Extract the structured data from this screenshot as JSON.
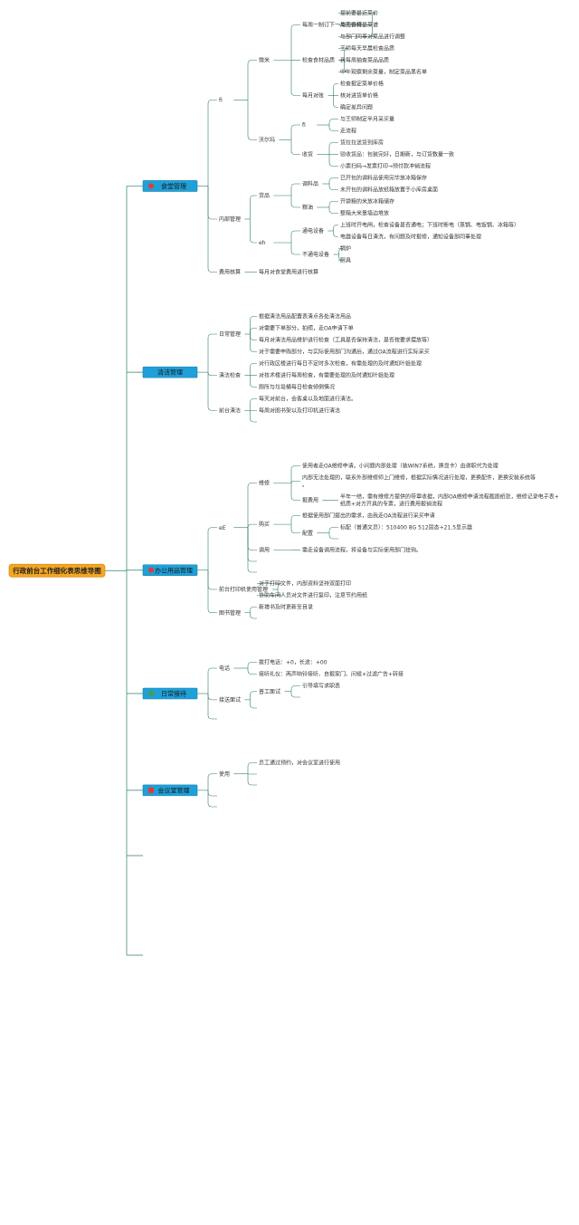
{
  "colors": {
    "line": "#2e7d6a",
    "root_fill": "#f5a623",
    "root_stroke": "#d88a0a",
    "l1_fill": "#1fa0d8",
    "l1_stroke": "#0f7fb0",
    "icon_red": "#e53935",
    "icon_green": "#43a047"
  },
  "mindmap": {
    "root": "行政前台工作细化表思维导图",
    "branches": [
      {
        "label": "食堂管理",
        "icon": "red-dot-icon",
        "children": [
          {
            "label": "fi",
            "children": [
              {
                "label": "微米",
                "children": [
                  {
                    "label": "每周一制订下一周的食材",
                    "children": [
                      {
                        "label": "提前要最近菜价"
                      },
                      {
                        "label": "与王师傅最菜谱"
                      },
                      {
                        "label": "与部门同事对菜品进行调整"
                      }
                    ]
                  },
                  {
                    "label": "检查食材品质",
                    "children": [
                      {
                        "label": "王师每天早晨检查品质"
                      },
                      {
                        "label": "我每周抽查菜品品质"
                      },
                      {
                        "label": "中午观察剩余菜量，制定菜品黑名单"
                      }
                    ]
                  },
                  {
                    "label": "每月对账",
                    "children": [
                      {
                        "label": "检查报定菜单价格"
                      },
                      {
                        "label": "核对进货单价格"
                      },
                      {
                        "label": "确定差异问题"
                      }
                    ]
                  }
                ]
              },
              {
                "label": "沃尔玛",
                "children": [
                  {
                    "label": "fi",
                    "children": [
                      {
                        "label": "与王师制定半月采买量"
                      },
                      {
                        "label": "走流程"
                      }
                    ]
                  },
                  {
                    "label": "收货",
                    "children": [
                      {
                        "label": "货拉拉送货到库房"
                      },
                      {
                        "label": "验收货品：包装完好，日期新，与订货数量一致"
                      },
                      {
                        "label": "小票扫码→发票打印→预付款冲销流程"
                      }
                    ]
                  }
                ]
              }
            ]
          },
          {
            "label": "内部管理",
            "children": [
              {
                "label": "货品",
                "children": [
                  {
                    "label": "调料品",
                    "children": [
                      {
                        "label": "已开包的调料品使用完毕放冰箱保存"
                      },
                      {
                        "label": "未开包的调料品放纸箱放置于小库房桌面"
                      }
                    ]
                  },
                  {
                    "label": "粮油",
                    "children": [
                      {
                        "label": "开袋粮的米放冰箱储存"
                      },
                      {
                        "label": "整箱大米靠墙边堆放"
                      }
                    ]
                  }
                ]
              },
              {
                "label": "eh",
                "children": [
                  {
                    "label": "通电设备",
                    "children": [
                      {
                        "label": "上班时开电闸，检查设备是否通电；下班时断电（蒸锅、电饭锅、冰箱等）"
                      },
                      {
                        "label": "电器设备每日清洗，有问题及时报修，通知设备部同事处理"
                      }
                    ]
                  },
                  {
                    "label": "不通电设备",
                    "children": [
                      {
                        "label": "锅炉"
                      },
                      {
                        "label": "厨具"
                      }
                    ]
                  }
                ]
              }
            ]
          },
          {
            "label": "费用核算",
            "children": [
              {
                "label": "每月对食堂费用进行核算"
              }
            ]
          }
        ]
      },
      {
        "label": "清洁管理",
        "icon": "",
        "children": [
          {
            "label": "日常管理",
            "children": [
              {
                "label": "根据清洁用品配置表清点各处清洁用品"
              },
              {
                "label": "对需要下单部分，拍照，走OA申请下单"
              },
              {
                "label": "每月对清洁用品维护进行检查（工具是否保持清洁，是否按要求摆放等）"
              },
              {
                "label": "对于需要申购部分，与实际使用部门沟通后，通过OA流程进行实际采买"
              }
            ]
          },
          {
            "label": "清洁检查",
            "children": [
              {
                "label": "对行政区楼进行每日不定时多次检查，有需处理的及时通知叶姐处理"
              },
              {
                "label": "对技术楼进行每周检查，有需要处理的及时通知叶姐处理"
              },
              {
                "label": "厕所与垃圾桶每日检查倾倒情况"
              }
            ]
          },
          {
            "label": "前台清洁",
            "children": [
              {
                "label": "每天对前台，会客桌以及地面进行清洁。"
              },
              {
                "label": "每周对图书架以及打印机进行清洁"
              },
              {
                "label": ""
              }
            ]
          }
        ]
      },
      {
        "label": "办公用品管理",
        "icon": "red-dot-icon",
        "children": [
          {
            "label": "eE",
            "children": [
              {
                "label": "维修",
                "children": [
                  {
                    "label": "使用者走OA维修申请。小问题内部处理（装WIN7系统，换显卡）由谢职代为处理"
                  },
                  {
                    "label": "内部无法处理的，联系外部维修师上门维修，根据实际情况进行处理，更换配件，更换安装系统等。"
                  },
                  {
                    "label": "报费用",
                    "children": [
                      {
                        "label": "半年一结，需有维修方提供的带章收据，内部OA维修申请流程截图纸张，维修记录电子表+纸质+对方开具的专票，进行费用报销流程"
                      }
                    ]
                  }
                ]
              },
              {
                "label": "购买",
                "children": [
                  {
                    "label": "根据使用部门提出的需求，由我走OA流程进行采买申请"
                  },
                  {
                    "label": "配置",
                    "children": [
                      {
                        "label": "标配（普通文员）：510400 8G 512固态+21.5显示器"
                      },
                      {
                        "label": ""
                      }
                    ]
                  }
                ]
              },
              {
                "label": "调用",
                "children": [
                  {
                    "label": "需走设备调用流程，将设备与实际使用部门挂钩。"
                  }
                ]
              },
              {
                "label": ""
              },
              {
                "label": ""
              }
            ]
          },
          {
            "label": "前台打印机使用管理",
            "children": [
              {
                "label": "对于打印文件，内部资料坚持双面打印"
              },
              {
                "label": "协助车间人员对文件进行复印，注意节约用纸"
              }
            ]
          },
          {
            "label": "图书管理",
            "children": [
              {
                "label": "新增书及时更新至目录"
              },
              {
                "label": ""
              }
            ]
          }
        ]
      },
      {
        "label": "日常接待",
        "icon": "green-dot-icon",
        "children": [
          {
            "label": "电话",
            "children": [
              {
                "label": "拨打电话：+0，长途：+00"
              },
              {
                "label": "接听礼仪：两声响铃接听、自报家门、问候+过滤广告+转接"
              }
            ]
          },
          {
            "label": "接送面试",
            "children": [
              {
                "label": "普工面试",
                "children": [
                  {
                    "label": "引导填写求职表"
                  },
                  {
                    "label": ""
                  }
                ]
              },
              {
                "label": ""
              }
            ]
          },
          {
            "label": ""
          }
        ]
      },
      {
        "label": "会议室管理",
        "icon": "red-square-icon",
        "children": [
          {
            "label": "使用",
            "children": [
              {
                "label": "员工通过预约，对会议室进行使用"
              },
              {
                "label": ""
              },
              {
                "label": ""
              }
            ]
          },
          {
            "label": ""
          },
          {
            "label": ""
          }
        ]
      },
      {
        "label": "",
        "icon": "",
        "children": []
      },
      {
        "label": "",
        "icon": "",
        "children": []
      }
    ]
  }
}
